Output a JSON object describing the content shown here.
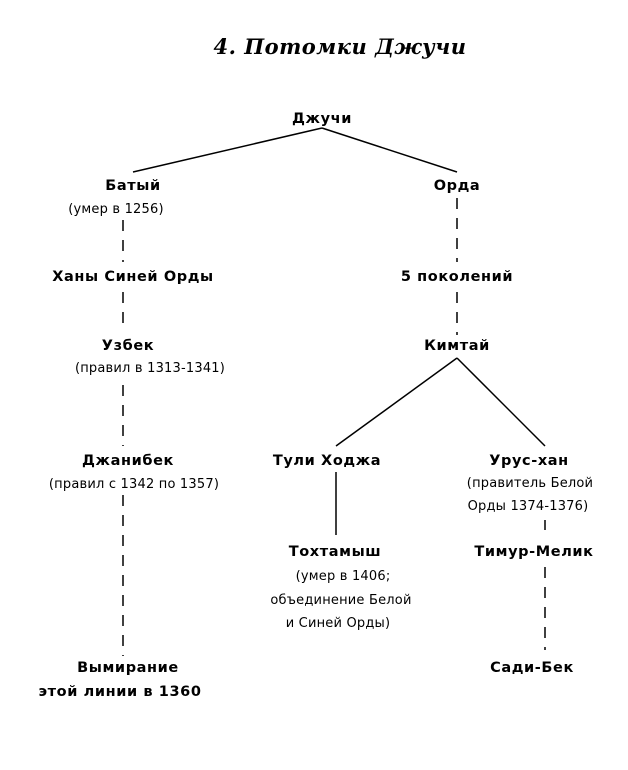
{
  "title": "4. Потомки Джучи",
  "nodes": {
    "jochi": "Джучи",
    "batu": "Батый",
    "batu_note": "(умер в 1256)",
    "orda": "Орда",
    "blue_horde_khans": "Ханы Синей Орды",
    "five_generations": "5 поколений",
    "uzbek": "Узбек",
    "uzbek_note": "(правил в 1313-1341)",
    "kimtai": "Кимтай",
    "janibek": "Джанибек",
    "janibek_note": "(правил с 1342 по 1357)",
    "tuli_khoja": "Тули Ходжа",
    "urus_khan": "Урус-хан",
    "urus_note_1": "(правитель Белой",
    "urus_note_2": "Орды 1374-1376)",
    "tokhtamysh": "Тохтамыш",
    "tokhtamysh_note_1": "(умер в 1406;",
    "tokhtamysh_note_2": "объединение Белой",
    "tokhtamysh_note_3": "и Синей Орды)",
    "timur_melik": "Тимур-Мелик",
    "extinction_1": "Вымирание",
    "extinction_2": "этой линии в 1360",
    "sadi_bek": "Сади-Бек"
  }
}
